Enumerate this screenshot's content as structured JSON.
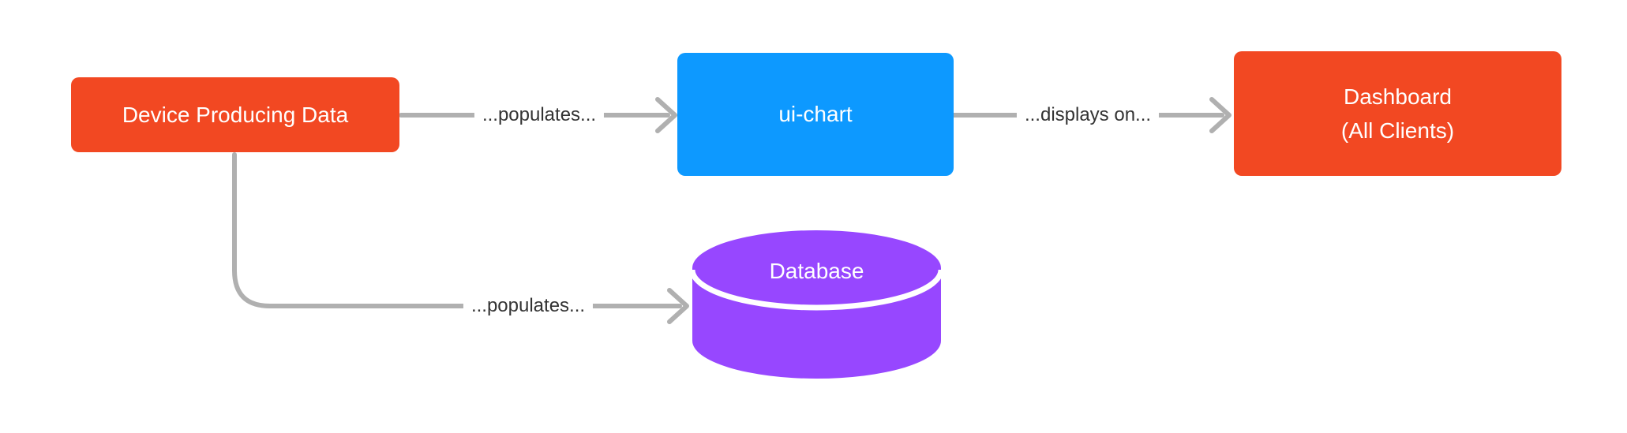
{
  "diagram": {
    "background": "#ffffff",
    "nodes": [
      {
        "id": "device",
        "type": "rect",
        "label": "Device Producing Data",
        "color": "#f24822",
        "text_color": "#ffffff"
      },
      {
        "id": "ui-chart",
        "type": "rect",
        "label": "ui-chart",
        "color": "#0d99ff",
        "text_color": "#ffffff"
      },
      {
        "id": "dashboard",
        "type": "rect",
        "label": "Dashboard (All Clients)",
        "label_lines": [
          "Dashboard",
          "(All Clients)"
        ],
        "color": "#f24822",
        "text_color": "#ffffff"
      },
      {
        "id": "database",
        "type": "cylinder",
        "label": "Database",
        "color": "#9747ff",
        "text_color": "#ffffff"
      }
    ],
    "edges": [
      {
        "from": "Device Producing Data",
        "to": "ui-chart",
        "label": "...populates..."
      },
      {
        "from": "ui-chart",
        "to": "Dashboard (All Clients)",
        "label": "...displays on..."
      },
      {
        "from": "Device Producing Data",
        "to": "Database",
        "label": "...populates..."
      }
    ],
    "style": {
      "connector_color": "#b0b0b0",
      "edge_label_color": "#333333"
    }
  }
}
